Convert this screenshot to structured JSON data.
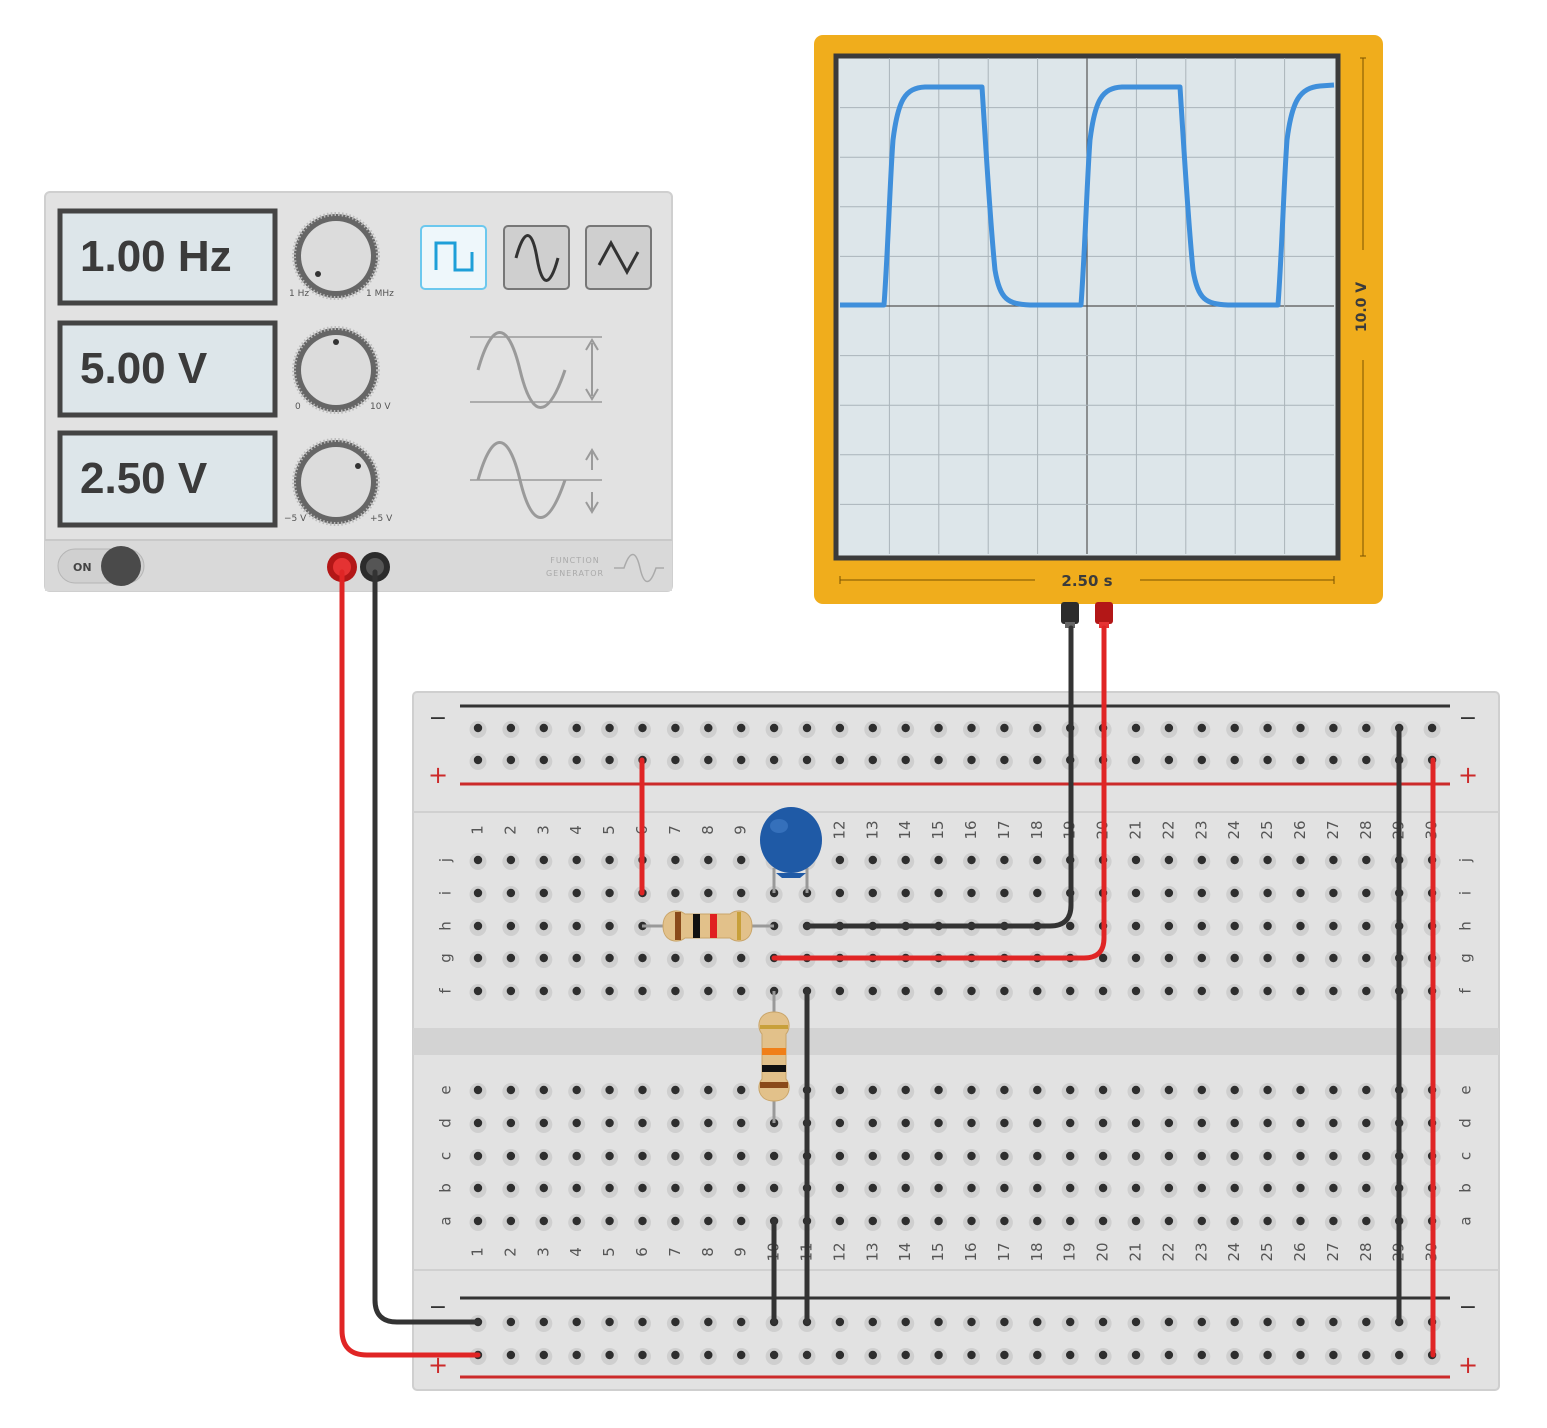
{
  "function_generator": {
    "frequency_display": "1.00 Hz",
    "amplitude_display": "5.00 V",
    "offset_display": "2.50 V",
    "freq_knob_min": "1 Hz",
    "freq_knob_max": "1 MHz",
    "amp_knob_min": "0",
    "amp_knob_max": "10 V",
    "offset_knob_min": "−5 V",
    "offset_knob_max": "+5 V",
    "waveforms": [
      {
        "name": "square",
        "icon": "square-wave-icon",
        "selected": true
      },
      {
        "name": "sine",
        "icon": "sine-wave-icon",
        "selected": false
      },
      {
        "name": "triangle",
        "icon": "triangle-wave-icon",
        "selected": false
      }
    ],
    "power_label": "ON",
    "brand_line1": "FUNCTION",
    "brand_line2": "GENERATOR"
  },
  "oscilloscope": {
    "volts_label": "10.0 V",
    "time_label": "2.50 s",
    "trace_color": "#3f8fdb",
    "frame_color": "#f0ad1c"
  },
  "breadboard": {
    "row_letters_top": [
      "j",
      "i",
      "h",
      "g",
      "f"
    ],
    "row_letters_bottom": [
      "e",
      "d",
      "c",
      "b",
      "a"
    ],
    "columns": 30,
    "minus_label": "−",
    "plus_label": "+"
  },
  "colors": {
    "wire_red": "#e02525",
    "wire_black": "#333333",
    "capacitor": "#1f5aa6"
  }
}
